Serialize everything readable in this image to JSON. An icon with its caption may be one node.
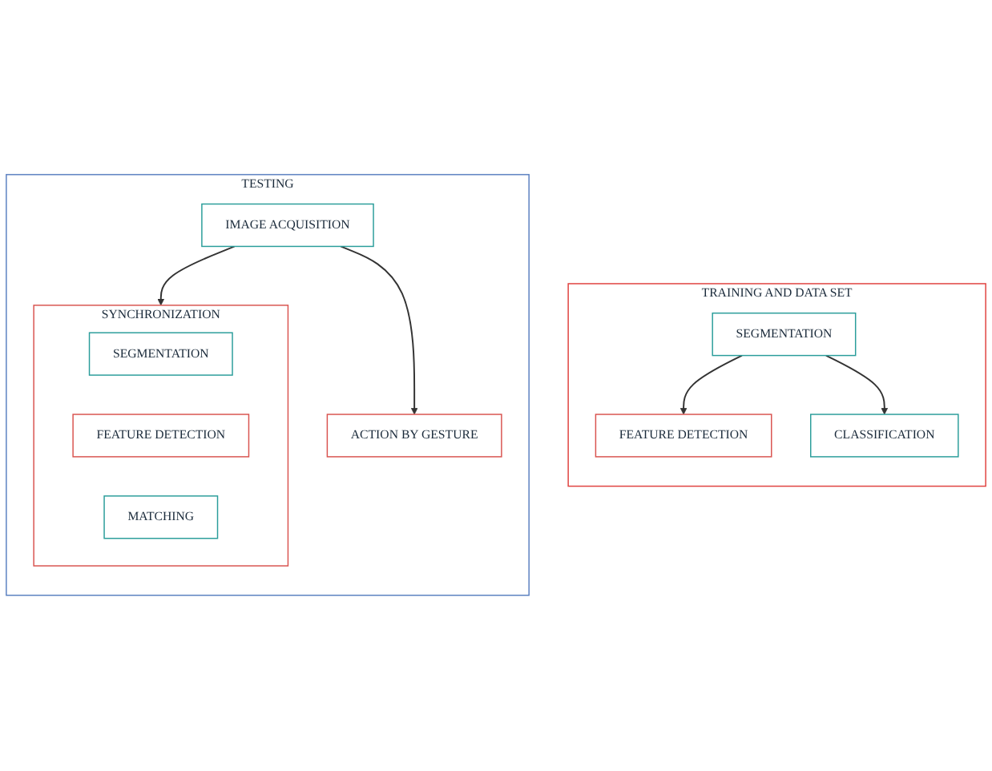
{
  "diagram": {
    "nodes": [
      {
        "text": [
          "TRAINING AND DATA SET"
        ]
      },
      {
        "text": [
          "SEGMENTATION"
        ],
        "in": 0
      },
      {
        "text": [
          "FEATURE DETECTION"
        ],
        "in": 0
      },
      {
        "text": [
          "CLASSIFICATION"
        ],
        "in": 0
      },
      {
        "text": [
          "TESTING"
        ]
      },
      {
        "text": [
          "IMAGE ACQUISITION"
        ],
        "in": 4
      },
      {
        "text": [
          "SYNCHRONIZATION"
        ],
        "in": 4
      },
      {
        "text": [
          "SEGMENTATION"
        ],
        "in": 6
      },
      {
        "text": [
          "FEATURE DETECTION"
        ],
        "in": 6
      },
      {
        "text": [
          "MATCHING"
        ],
        "in": 6
      },
      {
        "text": [
          "ACTION BY GESTURE"
        ],
        "in": 4
      }
    ],
    "edges": [
      {
        "from": 1,
        "to": 2,
        "arrow": "to"
      },
      {
        "from": 1,
        "to": 3,
        "arrow": "to"
      },
      {
        "from": 5,
        "to": 6,
        "arrow": "to"
      },
      {
        "from": 5,
        "to": 10,
        "arrow": "to"
      }
    ]
  }
}
